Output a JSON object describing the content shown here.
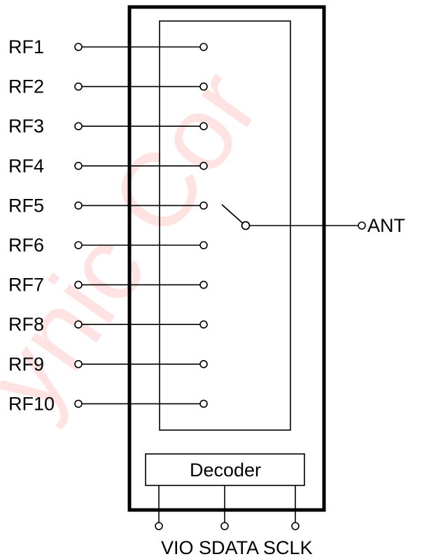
{
  "watermark": "ynic Cor",
  "rf_ports": [
    "RF1",
    "RF2",
    "RF3",
    "RF4",
    "RF5",
    "RF6",
    "RF7",
    "RF8",
    "RF9",
    "RF10"
  ],
  "antenna_label": "ANT",
  "decoder_label": "Decoder",
  "control_pins": [
    "VIO",
    "SDATA",
    "SCLK"
  ],
  "colors": {
    "line": "#000000",
    "watermark": "#ff9a9a",
    "background": "#ffffff"
  }
}
